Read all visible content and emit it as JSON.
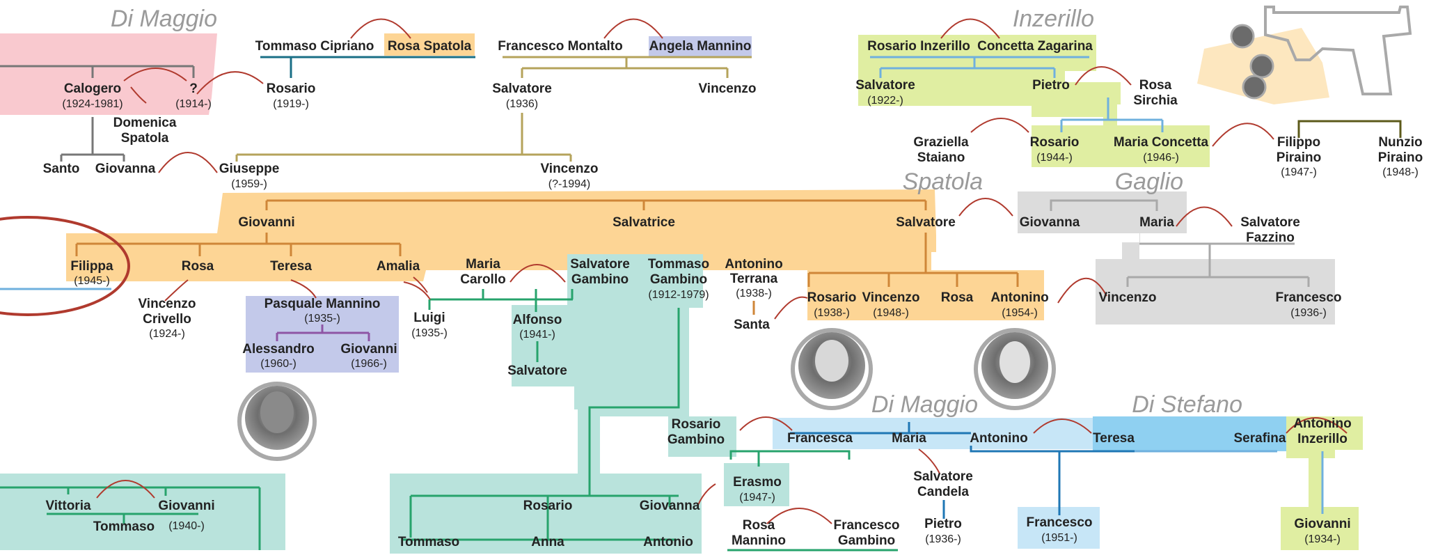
{
  "colors": {
    "pink": "#f9c9cf",
    "orange": "#fdd595",
    "teal": "#b9e3dc",
    "lavender": "#c3c9ea",
    "gray": "#dcdcdc",
    "lime": "#e0eea2",
    "lightblue": "#c7e6f7",
    "blue": "#8fd0f1",
    "line_gray": "#777777",
    "line_teal": "#1a6f86",
    "line_olive": "#b5a35b",
    "line_orange": "#cf8638",
    "line_purple": "#8e55a5",
    "line_green": "#27a36c",
    "line_blue": "#1f77b5",
    "line_ltblue": "#6fb0de",
    "line_dkolive": "#5c5a1a",
    "marriage_arc": "#b03a2e",
    "silver": "#a9a9a9"
  },
  "families": {
    "di_maggio_top": "Di Maggio",
    "inzerillo": "Inzerillo",
    "spatola": "Spatola",
    "gaglio": "Gaglio",
    "di_maggio_bottom": "Di Maggio",
    "di_stefano": "Di Stefano"
  },
  "people": {
    "calogero": {
      "name": "Calogero",
      "years": "(1924-1981)"
    },
    "unknown": {
      "name": "?",
      "years": "(1914-)"
    },
    "domenica": {
      "name1": "Domenica",
      "name2": "Spatola"
    },
    "santo": {
      "name": "Santo"
    },
    "giovanna_dm": {
      "name": "Giovanna"
    },
    "tommaso_cipriano": {
      "name": "Tommaso Cipriano"
    },
    "rosa_spatola": {
      "name": "Rosa Spatola"
    },
    "rosario_1919": {
      "name": "Rosario",
      "years": "(1919-)"
    },
    "francesco_montalto": {
      "name": "Francesco Montalto"
    },
    "angela_mannino": {
      "name": "Angela Mannino"
    },
    "salvatore_1936": {
      "name": "Salvatore",
      "years": "(1936)"
    },
    "vincenzo_m": {
      "name": "Vincenzo"
    },
    "giuseppe": {
      "name": "Giuseppe",
      "years": "(1959-)"
    },
    "vincenzo_1994": {
      "name": "Vincenzo",
      "years": "(?-1994)"
    },
    "rosario_inzerillo": {
      "name": "Rosario Inzerillo"
    },
    "concetta_zagarina": {
      "name": "Concetta Zagarina"
    },
    "salvatore_1922": {
      "name": "Salvatore",
      "years": "(1922-)"
    },
    "pietro_inz": {
      "name": "Pietro"
    },
    "rosa_sirchia": {
      "name1": "Rosa",
      "name2": "Sirchia"
    },
    "graziella": {
      "name1": "Graziella",
      "name2": "Staiano"
    },
    "rosario_1944": {
      "name": "Rosario",
      "years": "(1944-)"
    },
    "maria_concetta": {
      "name": "Maria Concetta",
      "years": "(1946-)"
    },
    "filippo_piraino": {
      "name1": "Filippo",
      "name2": "Piraino",
      "years": "(1947-)"
    },
    "nunzio_piraino": {
      "name1": "Nunzio",
      "name2": "Piraino",
      "years": "(1948-)"
    },
    "giovanni_sp": {
      "name": "Giovanni"
    },
    "salvatrice": {
      "name": "Salvatrice"
    },
    "salvatore_sp": {
      "name": "Salvatore"
    },
    "filippa": {
      "name": "Filippa",
      "years": "(1945-)"
    },
    "rosa_sp": {
      "name": "Rosa"
    },
    "teresa_sp": {
      "name": "Teresa"
    },
    "amalia": {
      "name": "Amalia"
    },
    "vincenzo_crivello": {
      "name1": "Vincenzo",
      "name2": "Crivello",
      "years": "(1924-)"
    },
    "pasquale_mannino": {
      "name": "Pasquale Mannino",
      "years": "(1935-)"
    },
    "alessandro": {
      "name": "Alessandro",
      "years": "(1960-)"
    },
    "giovanni_1966": {
      "name": "Giovanni",
      "years": "(1966-)"
    },
    "luigi": {
      "name": "Luigi",
      "years": "(1935-)"
    },
    "maria_carollo": {
      "name1": "Maria",
      "name2": "Carollo"
    },
    "salvatore_gambino": {
      "name1": "Salvatore",
      "name2": "Gambino"
    },
    "tommaso_gambino": {
      "name1": "Tommaso",
      "name2": "Gambino",
      "years": "(1912-1979)"
    },
    "alfonso": {
      "name": "Alfonso",
      "years": "(1941-)"
    },
    "salvatore_alf": {
      "name": "Salvatore"
    },
    "antonino_terrana": {
      "name1": "Antonino",
      "name2": "Terrana",
      "years": "(1938-)"
    },
    "santa": {
      "name": "Santa"
    },
    "rosario_1938": {
      "name": "Rosario",
      "years": "(1938-)"
    },
    "vincenzo_1948": {
      "name": "Vincenzo",
      "years": "(1948-)"
    },
    "rosa_1": {
      "name": "Rosa"
    },
    "antonino_1954": {
      "name": "Antonino",
      "years": "(1954-)"
    },
    "giovanna_g": {
      "name": "Giovanna"
    },
    "maria_g": {
      "name": "Maria"
    },
    "salvatore_fazzino": {
      "name1": "Salvatore",
      "name2": "Fazzino"
    },
    "vincenzo_g": {
      "name": "Vincenzo"
    },
    "francesco_1936": {
      "name": "Francesco",
      "years": "(1936-)"
    },
    "rosario_gambino": {
      "name1": "Rosario",
      "name2": "Gambino"
    },
    "francesca": {
      "name": "Francesca"
    },
    "maria_dm": {
      "name": "Maria"
    },
    "antonino_dm": {
      "name": "Antonino"
    },
    "teresa_ds": {
      "name": "Teresa"
    },
    "serafina": {
      "name": "Serafina"
    },
    "antonino_inzerillo": {
      "name1": "Antonino",
      "name2": "Inzerillo"
    },
    "erasmo": {
      "name": "Erasmo",
      "years": "(1947-)"
    },
    "salvatore_candela": {
      "name1": "Salvatore",
      "name2": "Candela"
    },
    "pietro_1936": {
      "name": "Pietro",
      "years": "(1936-)"
    },
    "rosa_mannino": {
      "name1": "Rosa",
      "name2": "Mannino"
    },
    "francesco_gambino": {
      "name1": "Francesco",
      "name2": "Gambino"
    },
    "francesco_1951": {
      "name": "Francesco",
      "years": "(1951-)"
    },
    "giovanni_1934": {
      "name": "Giovanni",
      "years": "(1934-)"
    },
    "vittoria": {
      "name": "Vittoria"
    },
    "giovanni_1940": {
      "name": "Giovanni",
      "years": "(1940-)"
    },
    "tommaso_b": {
      "name": "Tommaso"
    },
    "rosario_b": {
      "name": "Rosario"
    },
    "giovanna_b": {
      "name": "Giovanna"
    },
    "tommaso_b2": {
      "name": "Tommaso"
    },
    "anna": {
      "name": "Anna"
    },
    "antonio": {
      "name": "Antonio"
    }
  },
  "icons": [
    "pistol-icon",
    "bullet-icon",
    "portrait-photo"
  ]
}
